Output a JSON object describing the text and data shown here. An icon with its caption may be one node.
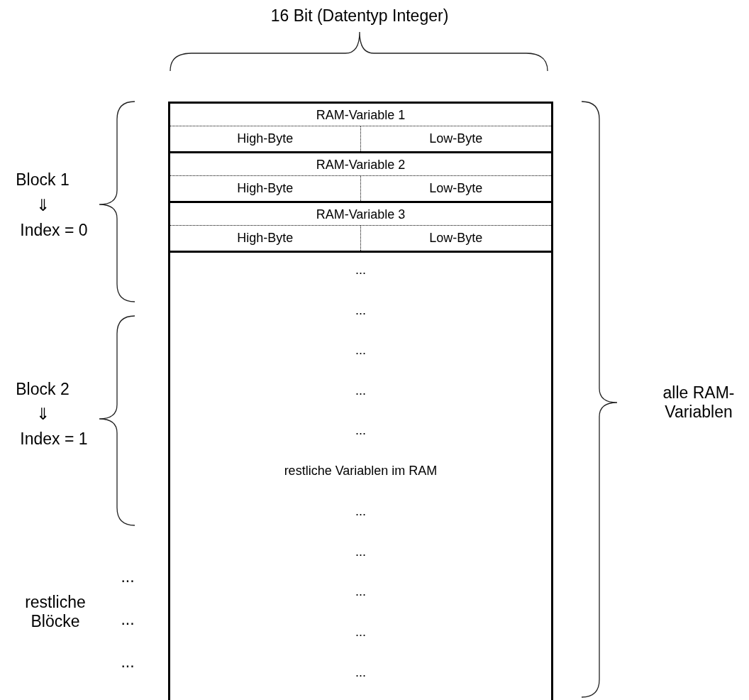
{
  "diagram": {
    "nodes": [
      {
        "text": [],
        "shape": "box"
      },
      {
        "text": [
          "RAM-Variable 1"
        ],
        "in": 0
      },
      {
        "text": [
          "High-Byte"
        ],
        "in": 1
      },
      {
        "text": [
          "Low-Byte"
        ],
        "in": 1
      },
      {
        "text": [
          "RAM-Variable 2"
        ],
        "in": 0
      },
      {
        "text": [
          "High-Byte"
        ],
        "in": 4
      },
      {
        "text": [
          "Low-Byte"
        ],
        "in": 4
      },
      {
        "text": [
          "RAM-Variable 3"
        ],
        "in": 0
      },
      {
        "text": [
          "High-Byte"
        ],
        "in": 7
      },
      {
        "text": [
          "Low-Byte"
        ],
        "in": 7
      },
      {
        "text": [
          "...",
          "...",
          "...",
          "...",
          "...",
          "restliche Variablen im RAM",
          "...",
          "...",
          "...",
          "...",
          "..."
        ],
        "in": 0
      }
    ],
    "edges": [],
    "labels": [
      "16 Bit (Datentyp Integer)",
      "Block 1",
      "⇓",
      "Index = 0",
      "Block 2",
      "⇓",
      "Index = 1",
      "...",
      "restliche Blöcke",
      "...",
      "...",
      "alle RAM-Variablen"
    ]
  }
}
